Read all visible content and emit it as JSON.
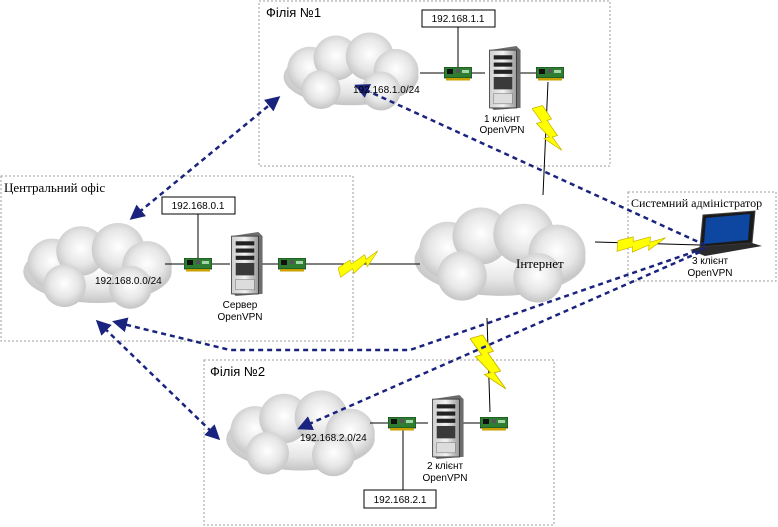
{
  "sites": {
    "branch1": {
      "title": "Філія №1",
      "network": "192.168.1.0/24",
      "ip": "192.168.1.1",
      "host_line1": "1 клієнт",
      "host_line2": "OpenVPN"
    },
    "central": {
      "title": "Центральний офіс",
      "network": "192.168.0.0/24",
      "ip": "192.168.0.1",
      "host_line1": "Сервер",
      "host_line2": "OpenVPN"
    },
    "branch2": {
      "title": "Філія №2",
      "network": "192.168.2.0/24",
      "ip": "192.168.2.1",
      "host_line1": "2 клієнт",
      "host_line2": "OpenVPN"
    },
    "admin": {
      "title": "Системний адміністратор",
      "host_line1": "3 клієнт",
      "host_line2": "OpenVPN"
    }
  },
  "internet": {
    "label": "Інтернет"
  },
  "icons": [
    "cloud-icon",
    "server-icon",
    "network-card-icon",
    "laptop-icon",
    "lightning-link-icon"
  ]
}
